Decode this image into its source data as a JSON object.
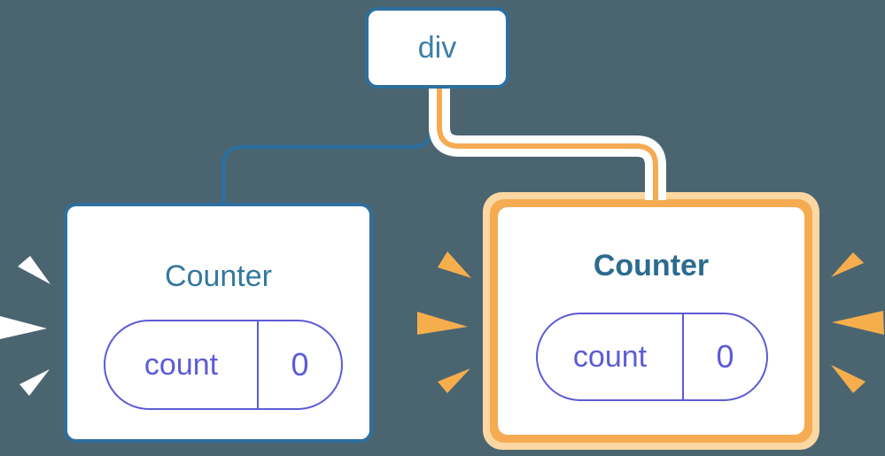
{
  "diagram": {
    "root_node": {
      "label": "div"
    },
    "edges": [
      {
        "from": "div",
        "to": "counter-left",
        "style": "blue-line"
      },
      {
        "from": "div",
        "to": "counter-right",
        "style": "orange-highlight-line"
      }
    ],
    "cards": [
      {
        "id": "counter-left",
        "title": "Counter",
        "state": {
          "key": "count",
          "value": "0"
        },
        "highlighted": false
      },
      {
        "id": "counter-right",
        "title": "Counter",
        "state": {
          "key": "count",
          "value": "0"
        },
        "highlighted": true
      }
    ],
    "burst_rays": {
      "white_left_of_left_card": 3,
      "orange_left_of_right_card": 3,
      "orange_right_of_right_card": 3
    }
  },
  "colors": {
    "background": "#4b6570",
    "node_border_blue": "#2d6f9e",
    "node_text_blue": "#3a7ea8",
    "title_blue": "#33789f",
    "title_blue_bold": "#2b6b90",
    "pill_purple": "#5c5bd6",
    "highlight_orange": "#f5ab52",
    "highlight_rim": "#fbd7a3",
    "ray_orange": "#f6ae4d",
    "ray_white": "#ffffff"
  }
}
